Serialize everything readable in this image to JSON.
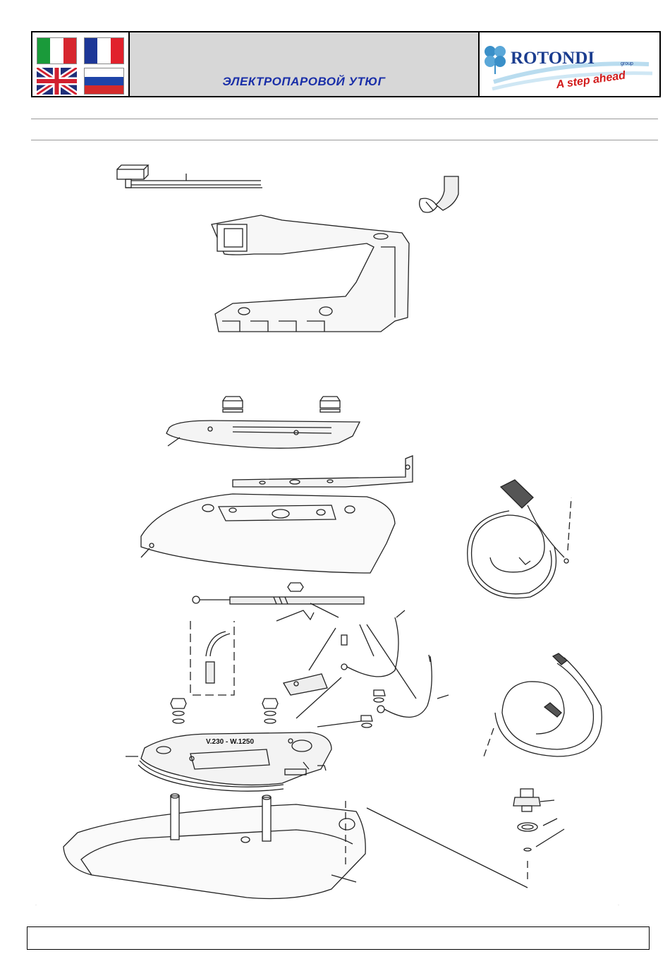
{
  "header": {
    "title": "ЭЛЕКТРОПАРОВОЙ УТЮГ",
    "flags": [
      "italy-flag",
      "france-flag",
      "uk-flag",
      "russia-flag"
    ],
    "logo": {
      "brand": "ROTONDI",
      "suffix": "group",
      "tagline": "A step ahead",
      "brand_color": "#1b3d8f",
      "tagline_color": "#d21a1a"
    }
  },
  "diagram": {
    "label_plate": "V.230 - W.1250"
  },
  "footer": {
    "text": ""
  }
}
